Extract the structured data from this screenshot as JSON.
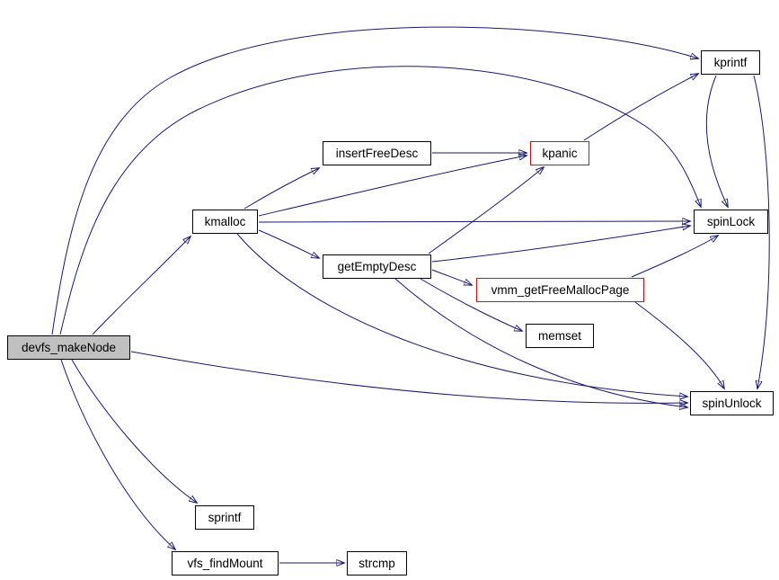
{
  "diagram": {
    "type": "call-graph",
    "root": "devfs_makeNode",
    "colors": {
      "background": "#ffffff",
      "edge": "#191970",
      "node_border": "#000000",
      "node_fill": "#ffffff",
      "current_node_fill": "#c0c0c0",
      "truncated_node_border": "#ff0000",
      "text": "#000000"
    },
    "nodes": [
      {
        "id": "devfs_makeNode",
        "label": "devfs_makeNode",
        "style": "current"
      },
      {
        "id": "kmalloc",
        "label": "kmalloc",
        "style": "normal"
      },
      {
        "id": "insertFreeDesc",
        "label": "insertFreeDesc",
        "style": "normal"
      },
      {
        "id": "kpanic",
        "label": "kpanic",
        "style": "red"
      },
      {
        "id": "kprintf",
        "label": "kprintf",
        "style": "normal"
      },
      {
        "id": "spinLock",
        "label": "spinLock",
        "style": "normal"
      },
      {
        "id": "getEmptyDesc",
        "label": "getEmptyDesc",
        "style": "normal"
      },
      {
        "id": "vmm_getFreeMallocPage",
        "label": "vmm_getFreeMallocPage",
        "style": "red"
      },
      {
        "id": "memset",
        "label": "memset",
        "style": "normal"
      },
      {
        "id": "spinUnlock",
        "label": "spinUnlock",
        "style": "normal"
      },
      {
        "id": "sprintf",
        "label": "sprintf",
        "style": "normal"
      },
      {
        "id": "vfs_findMount",
        "label": "vfs_findMount",
        "style": "normal"
      },
      {
        "id": "strcmp",
        "label": "strcmp",
        "style": "normal"
      }
    ],
    "edges": [
      {
        "from": "devfs_makeNode",
        "to": "kmalloc"
      },
      {
        "from": "devfs_makeNode",
        "to": "kprintf"
      },
      {
        "from": "devfs_makeNode",
        "to": "spinLock"
      },
      {
        "from": "devfs_makeNode",
        "to": "spinUnlock"
      },
      {
        "from": "devfs_makeNode",
        "to": "sprintf"
      },
      {
        "from": "devfs_makeNode",
        "to": "vfs_findMount"
      },
      {
        "from": "kmalloc",
        "to": "insertFreeDesc"
      },
      {
        "from": "kmalloc",
        "to": "kpanic"
      },
      {
        "from": "kmalloc",
        "to": "spinLock"
      },
      {
        "from": "kmalloc",
        "to": "getEmptyDesc"
      },
      {
        "from": "kmalloc",
        "to": "spinUnlock"
      },
      {
        "from": "insertFreeDesc",
        "to": "kpanic"
      },
      {
        "from": "kpanic",
        "to": "kprintf"
      },
      {
        "from": "getEmptyDesc",
        "to": "kpanic"
      },
      {
        "from": "getEmptyDesc",
        "to": "spinLock"
      },
      {
        "from": "getEmptyDesc",
        "to": "vmm_getFreeMallocPage"
      },
      {
        "from": "getEmptyDesc",
        "to": "memset"
      },
      {
        "from": "getEmptyDesc",
        "to": "spinUnlock"
      },
      {
        "from": "vmm_getFreeMallocPage",
        "to": "spinLock"
      },
      {
        "from": "vmm_getFreeMallocPage",
        "to": "spinUnlock"
      },
      {
        "from": "kprintf",
        "to": "spinLock"
      },
      {
        "from": "kprintf",
        "to": "spinUnlock"
      },
      {
        "from": "vfs_findMount",
        "to": "strcmp"
      }
    ]
  }
}
